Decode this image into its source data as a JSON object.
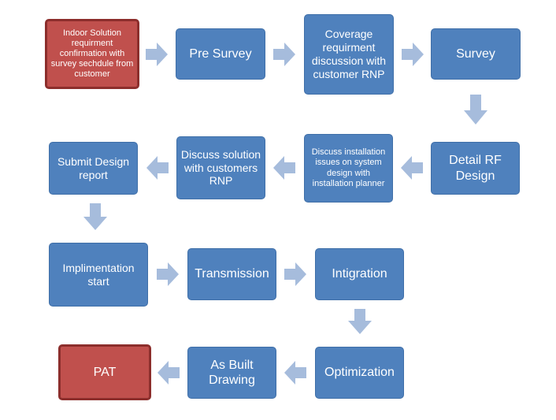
{
  "steps": {
    "indoor_req": "Indoor Solution requirment confirmation with survey sechdule from customer",
    "pre_survey": "Pre Survey",
    "coverage": "Coverage requirment discussion with customer RNP",
    "survey": "Survey",
    "detail_rf": "Detail RF Design",
    "discuss_install": "Discuss installation issues on system design with installation planner",
    "discuss_solution": "Discuss solution with customers RNP",
    "submit_design": "Submit Design report",
    "impl_start": "Implimentation start",
    "transmission": "Transmission",
    "intigration": "Intigration",
    "optimization": "Optimization",
    "as_built": "As Built Drawing",
    "pat": "PAT"
  },
  "colors": {
    "step_fill": "#4f81bd",
    "milestone_fill": "#c0504d",
    "milestone_border": "#8c2e2c",
    "arrow": "#a6bcdc"
  }
}
